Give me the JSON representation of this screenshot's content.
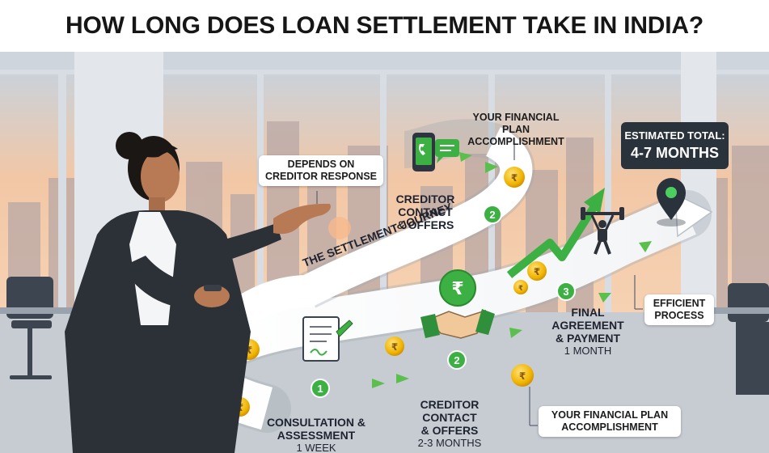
{
  "title": "HOW LONG DOES LOAN SETTLEMENT TAKE IN INDIA?",
  "journey_label": "THE SETTLEMENT JOURNEY",
  "estimate": {
    "line1": "ESTIMATED TOTAL:",
    "line2": "4-7 MONTHS"
  },
  "callouts": {
    "creditor_response": [
      "DEPENDS ON",
      "CREDITOR RESPONSE"
    ],
    "plan_top": [
      "YOUR FINANCIAL PLAN",
      "ACCOMPLISHMENT"
    ],
    "plan_bottom": [
      "YOUR FINANCIAL PLAN",
      "ACCOMPLISHMENT"
    ],
    "efficient": [
      "EFFICIENT",
      "PROCESS"
    ]
  },
  "steps": {
    "upper_contact": {
      "number": "2",
      "title": [
        "CREDITOR CONTACT",
        "& OFFERS"
      ]
    },
    "consultation": {
      "number": "1",
      "title": [
        "CONSULTATION &",
        "ASSESSMENT"
      ],
      "duration": "1 WEEK"
    },
    "lower_contact": {
      "number": "2",
      "title": [
        "CREDITOR CONTACT",
        "& OFFERS"
      ],
      "duration": "2-3 MONTHS"
    },
    "final": {
      "number": "3",
      "title": [
        "FINAL",
        "AGREEMENT",
        "& PAYMENT"
      ],
      "duration": "1 MONTH"
    }
  },
  "coin_symbol": "₹",
  "icons": [
    "phone-chat-icon",
    "document-signature-icon",
    "handshake-icon",
    "rupee-coin-icon",
    "weightlifter-icon",
    "location-pin-icon",
    "growth-arrow-icon"
  ],
  "colors": {
    "accent_green": "#3cb043",
    "dark_panel": "#2a333c",
    "coin": "#f0b400",
    "sky": "#f3c9a6"
  }
}
